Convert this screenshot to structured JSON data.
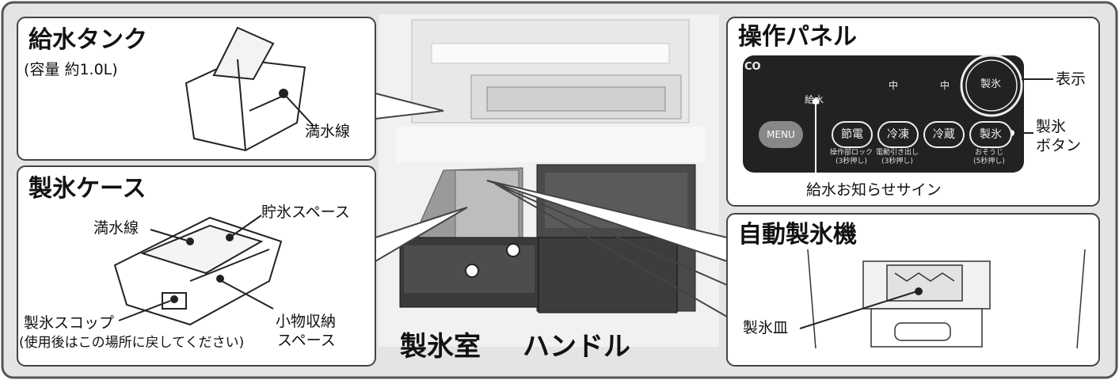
{
  "tank": {
    "title": "給水タンク",
    "capacity": "(容量 約1.0L)",
    "full_line": "満水線"
  },
  "ice_case": {
    "title": "製氷ケース",
    "full_line": "満水線",
    "storage_space": "貯氷スペース",
    "scoop": "製氷スコップ",
    "scoop_note": "(使用後はこの場所に戻してください)",
    "small_storage_1": "小物収納",
    "small_storage_2": "スペース"
  },
  "fridge": {
    "ice_room": "製氷室",
    "handle": "ハンドル"
  },
  "panel": {
    "title": "操作パネル",
    "eco": "CO",
    "water": "給水",
    "mid1": "中",
    "mid2": "中",
    "ice_circle": "製氷",
    "display": "表示",
    "ice_button_1": "製氷",
    "ice_button_2": "ボタン",
    "menu": "MENU",
    "btn_setsuden": "節電",
    "btn_reitou": "冷凍",
    "btn_reizou": "冷蔵",
    "btn_seihyou": "製氷",
    "sub_lock_1": "操作部ロック",
    "sub_lock_2": "(3秒押し)",
    "sub_drawer_1": "電動引き出し",
    "sub_drawer_2": "(3秒押し)",
    "sub_clean_1": "おそうじ",
    "sub_clean_2": "(5秒押し)",
    "water_sign": "給水お知らせサイン"
  },
  "ice_maker": {
    "title": "自動製氷機",
    "tray": "製氷皿"
  },
  "colors": {
    "frame": "#555555",
    "panel_bg": "#222222",
    "box_border": "#444444"
  }
}
